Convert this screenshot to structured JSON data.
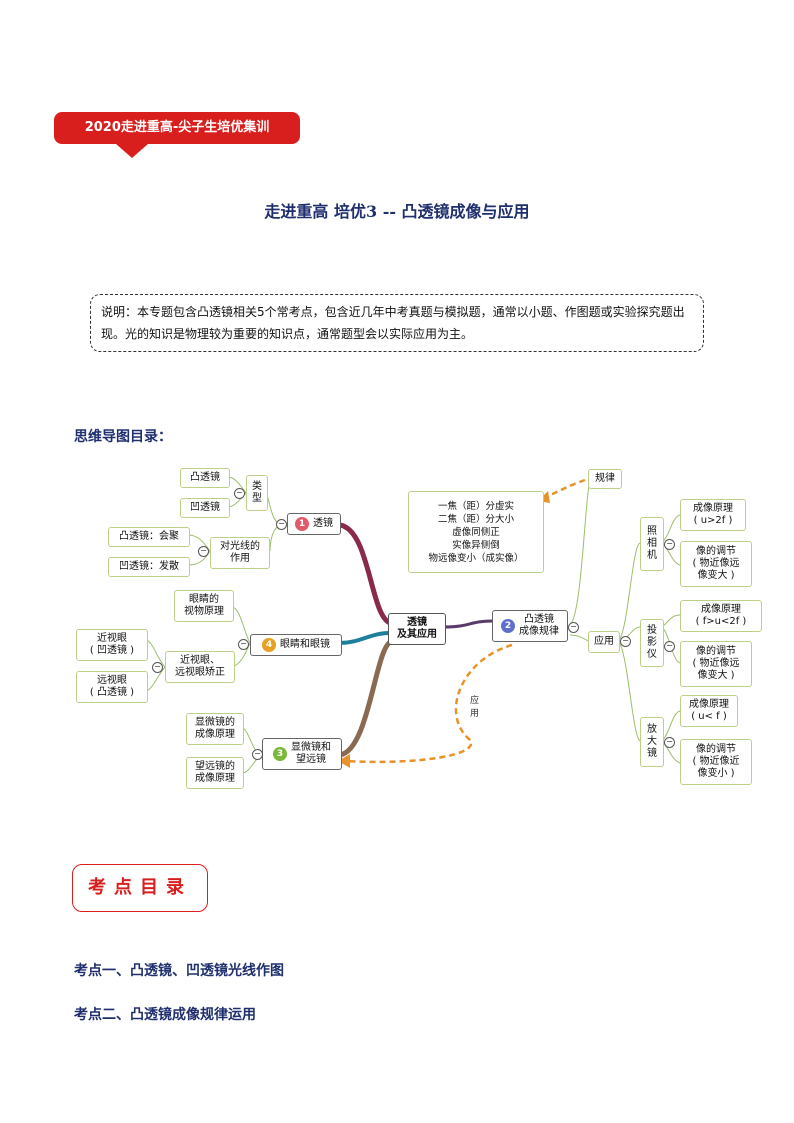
{
  "banner": "2020走进重高-尖子生培优集训",
  "title": "走进重高 培优3 -- 凸透镜成像与应用",
  "note": "说明：本专题包含凸透镜相关5个常考点，包含近几年中考真题与模拟题，通常以小题、作图题或实验探究题出现。光的知识是物理较为重要的知识点，通常题型会以实际应用为主。",
  "mindmap_heading": "思维导图目录：",
  "mindmap": {
    "center": "透镜\n及其应用",
    "b1": "透镜",
    "b1_type": "类\n型",
    "convex": "凸透镜",
    "concave": "凹透镜",
    "b1_light": "对光线的\n作用",
    "convex_converge": "凸透镜：会聚",
    "concave_diverge": "凹透镜：发散",
    "b4": "眼睛和眼镜",
    "eye_principle": "眼睛的\n视物原理",
    "myopia_correct": "近视眼、\n远视眼矫正",
    "myopia": "近视眼\n( 凹透镜 )",
    "hyperopia": "远视眼\n( 凸透镜 )",
    "b3": "显微镜和\n望远镜",
    "microscope": "显微镜的\n成像原理",
    "telescope": "望远镜的\n成像原理",
    "b2": "凸透镜\n成像规律",
    "rule": "规律",
    "rule_text": "一焦（距）分虚实\n二焦（距）分大小\n虚像同侧正\n实像异侧倒\n物远像变小（成实像）",
    "apply": "应用",
    "apply_label": "应\n用",
    "camera": "照\n相\n机",
    "camera_p": "成像原理\n( u>2f )",
    "camera_a": "像的调节\n( 物近像远\n像变大 )",
    "projector": "投\n影\n仪",
    "projector_p": "成像原理\n( f>u<2f )",
    "projector_a": "像的调节\n( 物近像远\n像变大 )",
    "magnifier": "放\n大\n镜",
    "magnifier_p": "成像原理\n( u< f )",
    "magnifier_a": "像的调节\n( 物近像近\n像变小 )",
    "n1": "1",
    "n2": "2",
    "n3": "3",
    "n4": "4"
  },
  "callout": "考点目录",
  "points": [
    "考点一、凸透镜、凹透镜光线作图",
    "考点二、凸透镜成像规律运用"
  ],
  "colors": {
    "red": "#d91e1e",
    "navy": "#1f2f6e",
    "b1": "#e05a6a",
    "b2": "#5f6fd0",
    "b3": "#7ab83a",
    "b4": "#e8a020"
  }
}
